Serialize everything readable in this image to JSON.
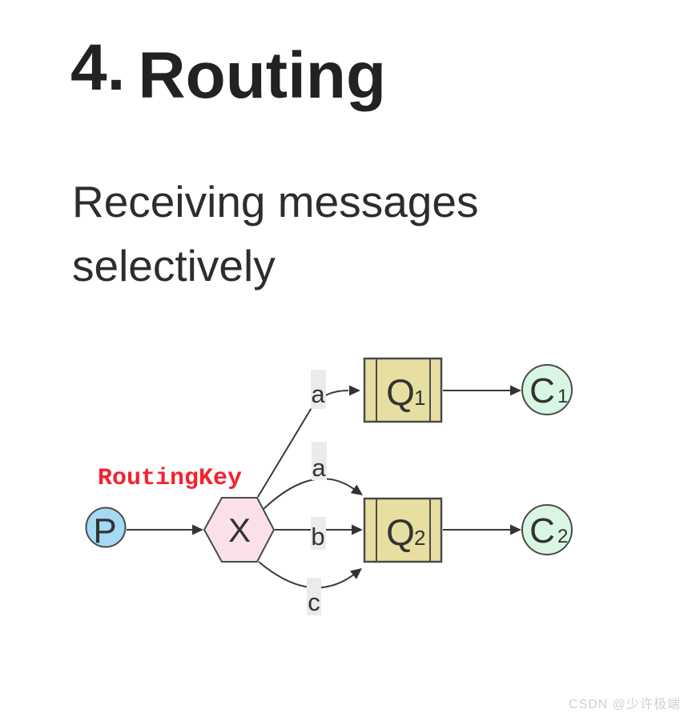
{
  "header": {
    "title_number": "4.",
    "title_word": "Routing",
    "subtitle": "Receiving messages selectively"
  },
  "diagram": {
    "routing_key": "RoutingKey",
    "producer": {
      "label": "P"
    },
    "exchange": {
      "label": "X"
    },
    "queue1": {
      "label": "Q",
      "sub": "1"
    },
    "queue2": {
      "label": "Q",
      "sub": "2"
    },
    "consumer1": {
      "label": "C",
      "sub": "1"
    },
    "consumer2": {
      "label": "C",
      "sub": "2"
    },
    "binding_keys": {
      "q1_key": "a",
      "q2_key_top": "a",
      "q2_key_mid": "b",
      "q2_key_bottom": "c"
    },
    "colors": {
      "producer_fill": "#a6d9f4",
      "exchange_fill": "#f9e1e7",
      "queue_fill": "#e6dfa1",
      "consumer_fill": "#d9f6e2",
      "routing_key_color": "#f5222d",
      "label_highlight": "#ebebeb"
    }
  },
  "footer": {
    "watermark": "CSDN @少许极端"
  }
}
